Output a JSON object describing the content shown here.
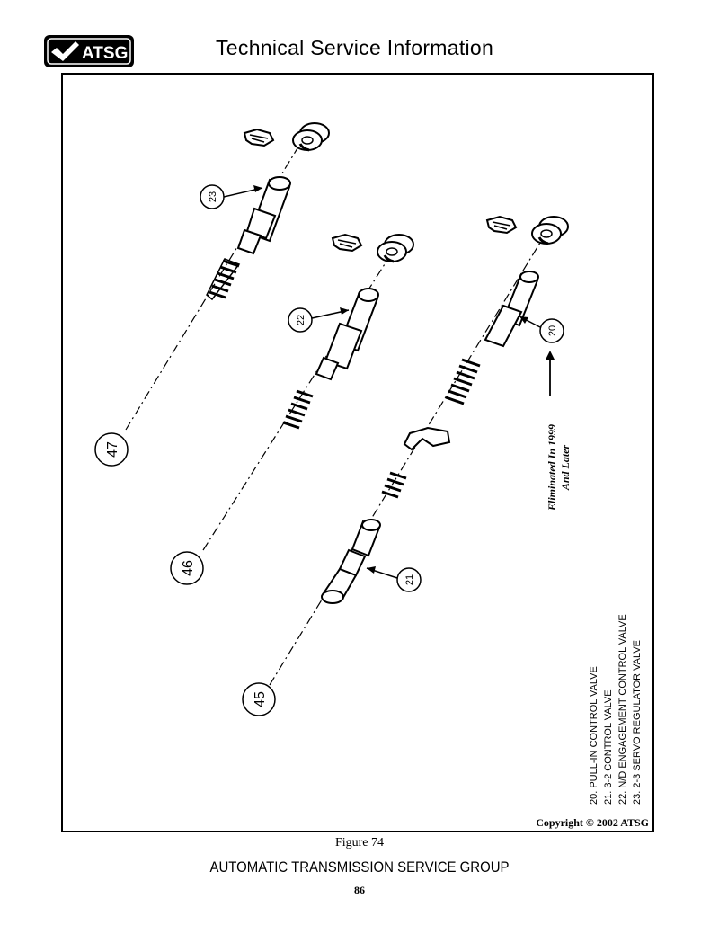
{
  "header": {
    "logo_text": "ATSG",
    "title": "Technical Service Information"
  },
  "diagram": {
    "callouts": [
      "20",
      "21",
      "22",
      "23",
      "45",
      "46",
      "47"
    ],
    "note_line1": "Eliminated In 1999",
    "note_line2": "And Later"
  },
  "legend": [
    "20.  PULL-IN CONTROL VALVE",
    "21.  3-2 CONTROL VALVE",
    "22.  N/D ENGAGEMENT CONTROL VALVE",
    "23.  2-3 SERVO REGULATOR VALVE"
  ],
  "copyright": "Copyright © 2002 ATSG",
  "figure_caption": "Figure 74",
  "footer": {
    "org_name": "AUTOMATIC TRANSMISSION SERVICE GROUP",
    "page_number": "86"
  }
}
